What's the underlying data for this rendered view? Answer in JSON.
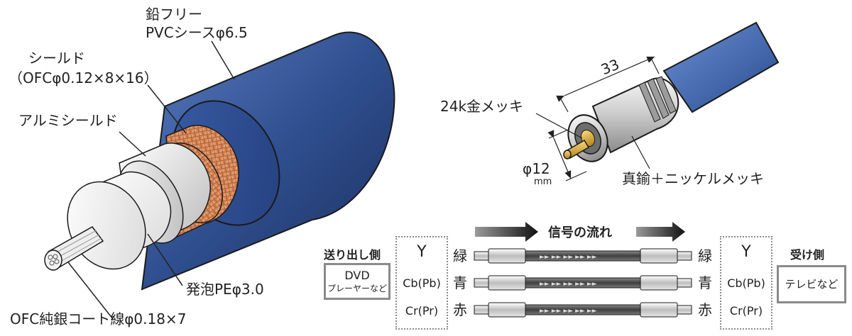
{
  "cable_labels": {
    "jacket_line1": "鉛フリー",
    "jacket_line2": "PVCシースφ6.5",
    "shield_line1": "シールド",
    "shield_line2": "（OFCφ0.12×8×16）",
    "aluminum": "アルミシールド",
    "dielectric": "発泡PEφ3.0",
    "conductor": "OFC純銀コート線φ0.18×7"
  },
  "plug_labels": {
    "length": "33",
    "gold": "24k金メッキ",
    "diameter": "φ12",
    "diameter_unit": "mm",
    "body": "真鍮＋ニッケルメッキ"
  },
  "connection": {
    "flow": "信号の流れ",
    "sender_title": "送り出し側",
    "sender_device_line1": "DVD",
    "sender_device_line2": "プレーヤーなど",
    "receiver_title": "受け側",
    "receiver_device": "テレビなど",
    "signals": [
      "Y",
      "Cb(Pb)",
      "Cr(Pr)"
    ],
    "colors": [
      "緑",
      "青",
      "赤"
    ],
    "colors_right": [
      "緑",
      "青",
      "赤"
    ]
  },
  "palette": {
    "jacket": "#2f4f8f",
    "copper": "#d9895a",
    "aluminum": "#d8d8d8",
    "dielectric": "#f6f6f6",
    "gold": "#d4a62a",
    "nickel": "#c9c9c9",
    "outline": "#1a1a1a"
  }
}
